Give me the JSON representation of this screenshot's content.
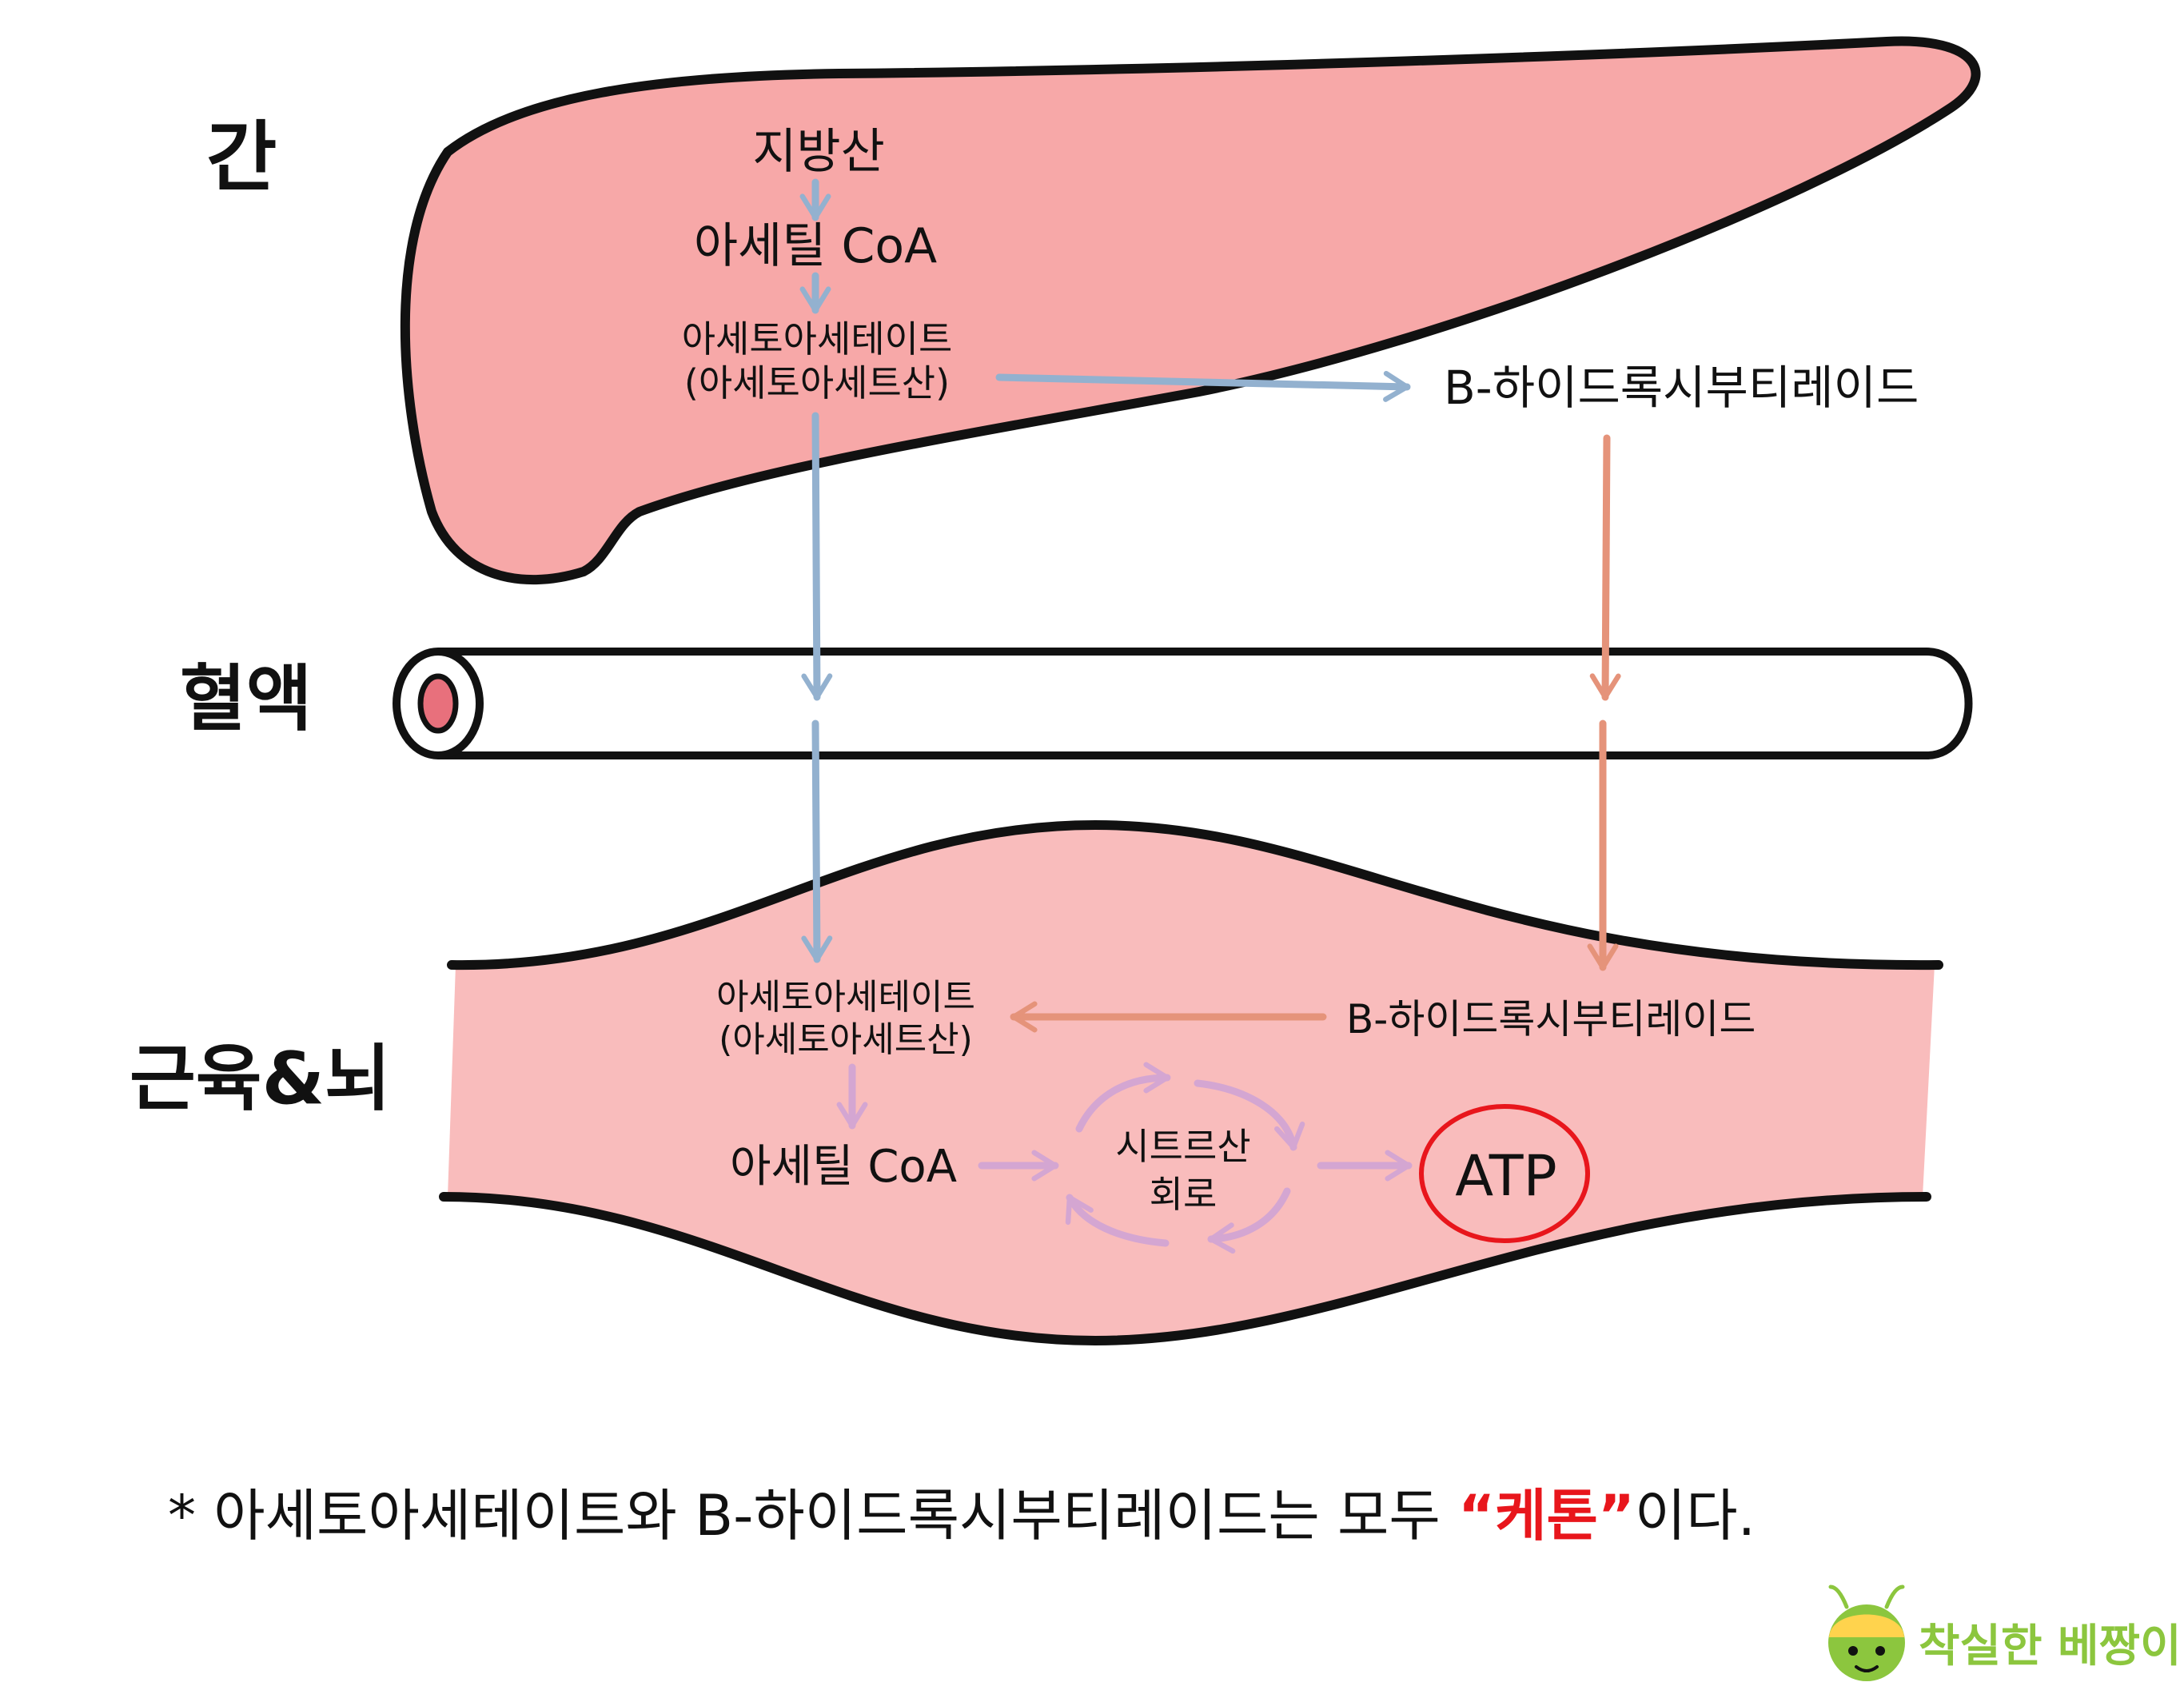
{
  "labels": {
    "liver": "간",
    "blood": "혈액",
    "muscle_brain": "근육&뇌"
  },
  "liver": {
    "fatty_acid": "지방산",
    "acetyl_coa": "아세틸 CoA",
    "acetoacetate": "아세토아세테이트",
    "acetoacetic_acid": "(아세토아세트산)",
    "bhb": "B-하이드록시부티레이드"
  },
  "muscle": {
    "acetoacetate": "아세토아세테이트",
    "acetoacetic_acid": "(아세토아세트산)",
    "bhb": "B-하이드록시부티레이드",
    "acetyl_coa": "아세틸 CoA",
    "tca_line1": "시트르산",
    "tca_line2": "회로",
    "atp": "ATP"
  },
  "footnote": {
    "prefix": "* 아세토아세테이트와 B-하이드록시부티레이드는 모두 ",
    "highlight": "“케톤”",
    "suffix": "이다."
  },
  "logo": {
    "text": "착실한 베짱이"
  },
  "colors": {
    "liver_fill": "#f7a8a8",
    "muscle_fill": "#f9bcbc",
    "blue_arrow": "#93b1cf",
    "orange_arrow": "#e5937a",
    "purple_arrow": "#d4a6d2",
    "highlight_red": "#e8161c",
    "logo_green": "#8cc63e"
  }
}
